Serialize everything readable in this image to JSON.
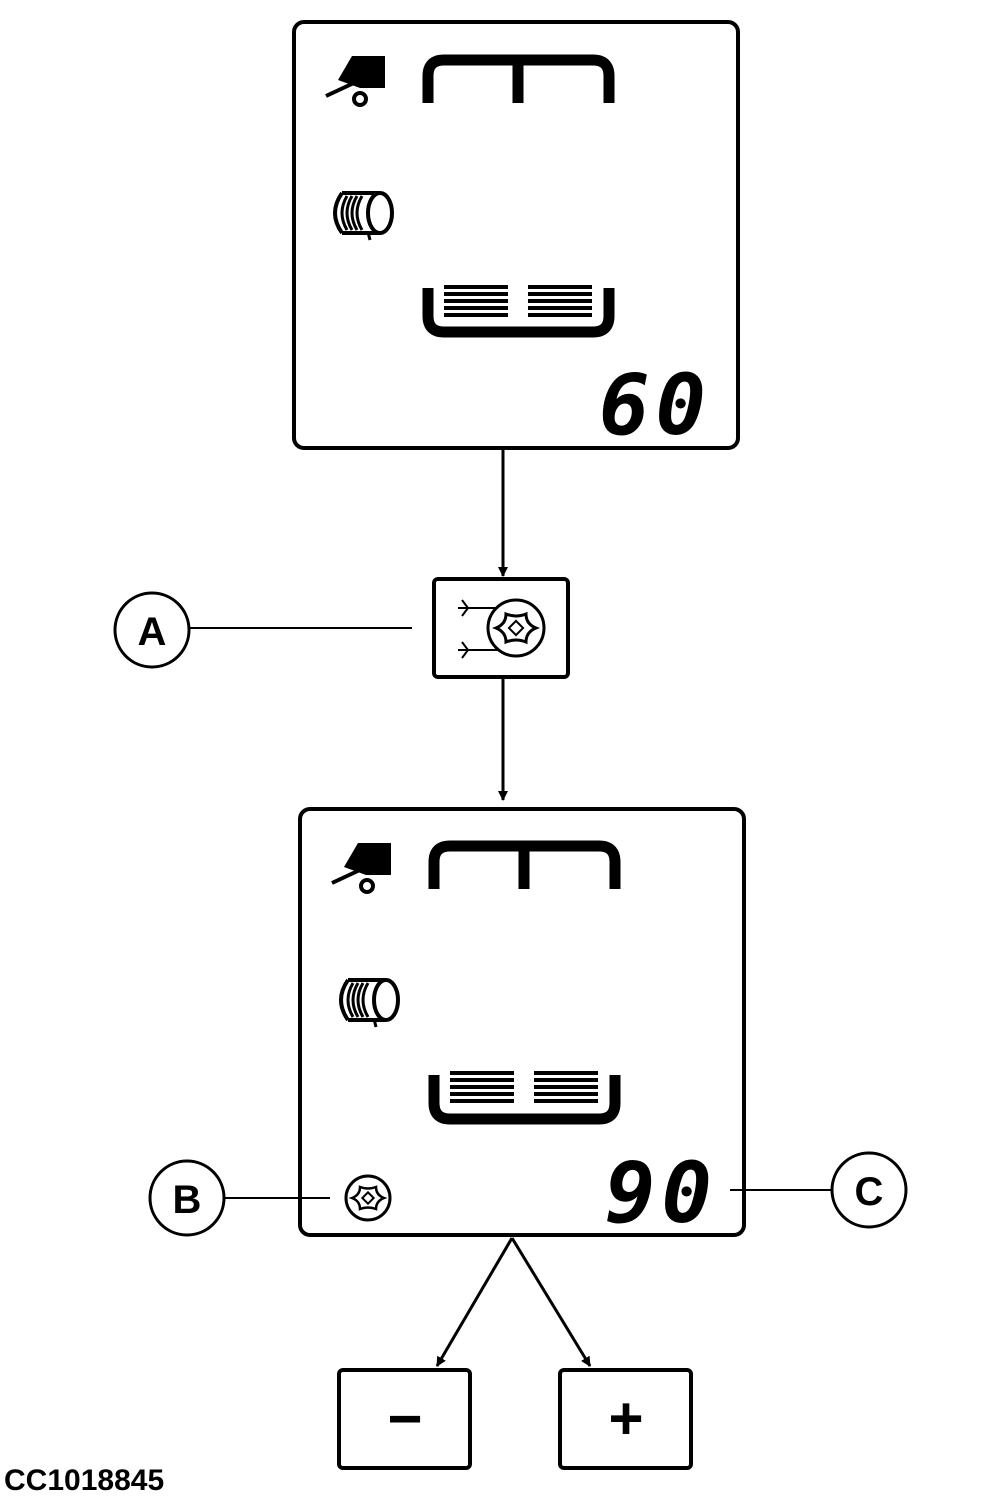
{
  "display_before": {
    "value": "60"
  },
  "display_after": {
    "value": "90"
  },
  "callouts": {
    "a": "A",
    "b": "B",
    "c": "C"
  },
  "buttons": {
    "minus": "−",
    "plus": "+"
  },
  "figure_id": "CC1018845",
  "icons": [
    "baler-icon",
    "bale-icon",
    "pickup-bracket-icon",
    "bale-chamber-icon",
    "net-wrap-button-icon",
    "net-wrap-indicator-icon"
  ],
  "colors": {
    "ink": "#000000",
    "paper": "#ffffff"
  }
}
